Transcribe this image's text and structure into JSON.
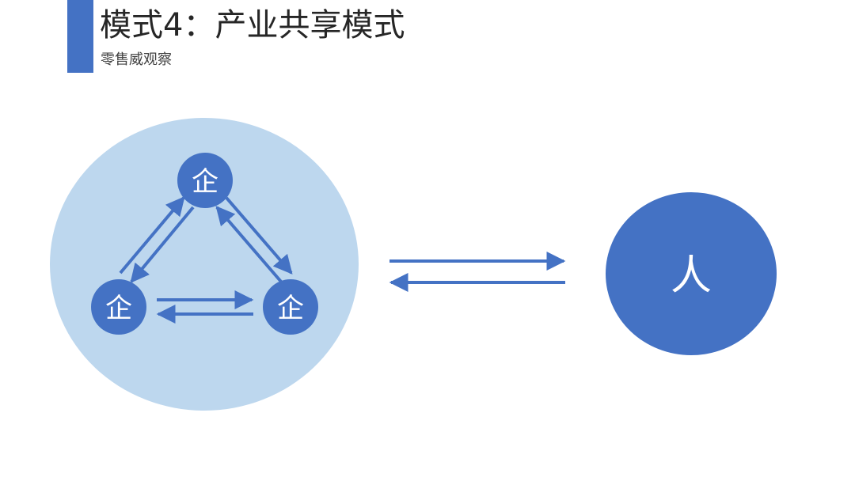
{
  "header": {
    "title": "模式4：产业共享模式",
    "subtitle": "零售威观察"
  },
  "diagram": {
    "enterprise_nodes": [
      {
        "label": "企"
      },
      {
        "label": "企"
      },
      {
        "label": "企"
      }
    ],
    "person_node": {
      "label": "人"
    }
  },
  "colors": {
    "accent": "#4472c4",
    "node_fill": "#4472c4",
    "cluster_fill": "#bdd7ee",
    "arrow": "#4472c4",
    "title_text": "#262626",
    "label_text": "#ffffff"
  }
}
